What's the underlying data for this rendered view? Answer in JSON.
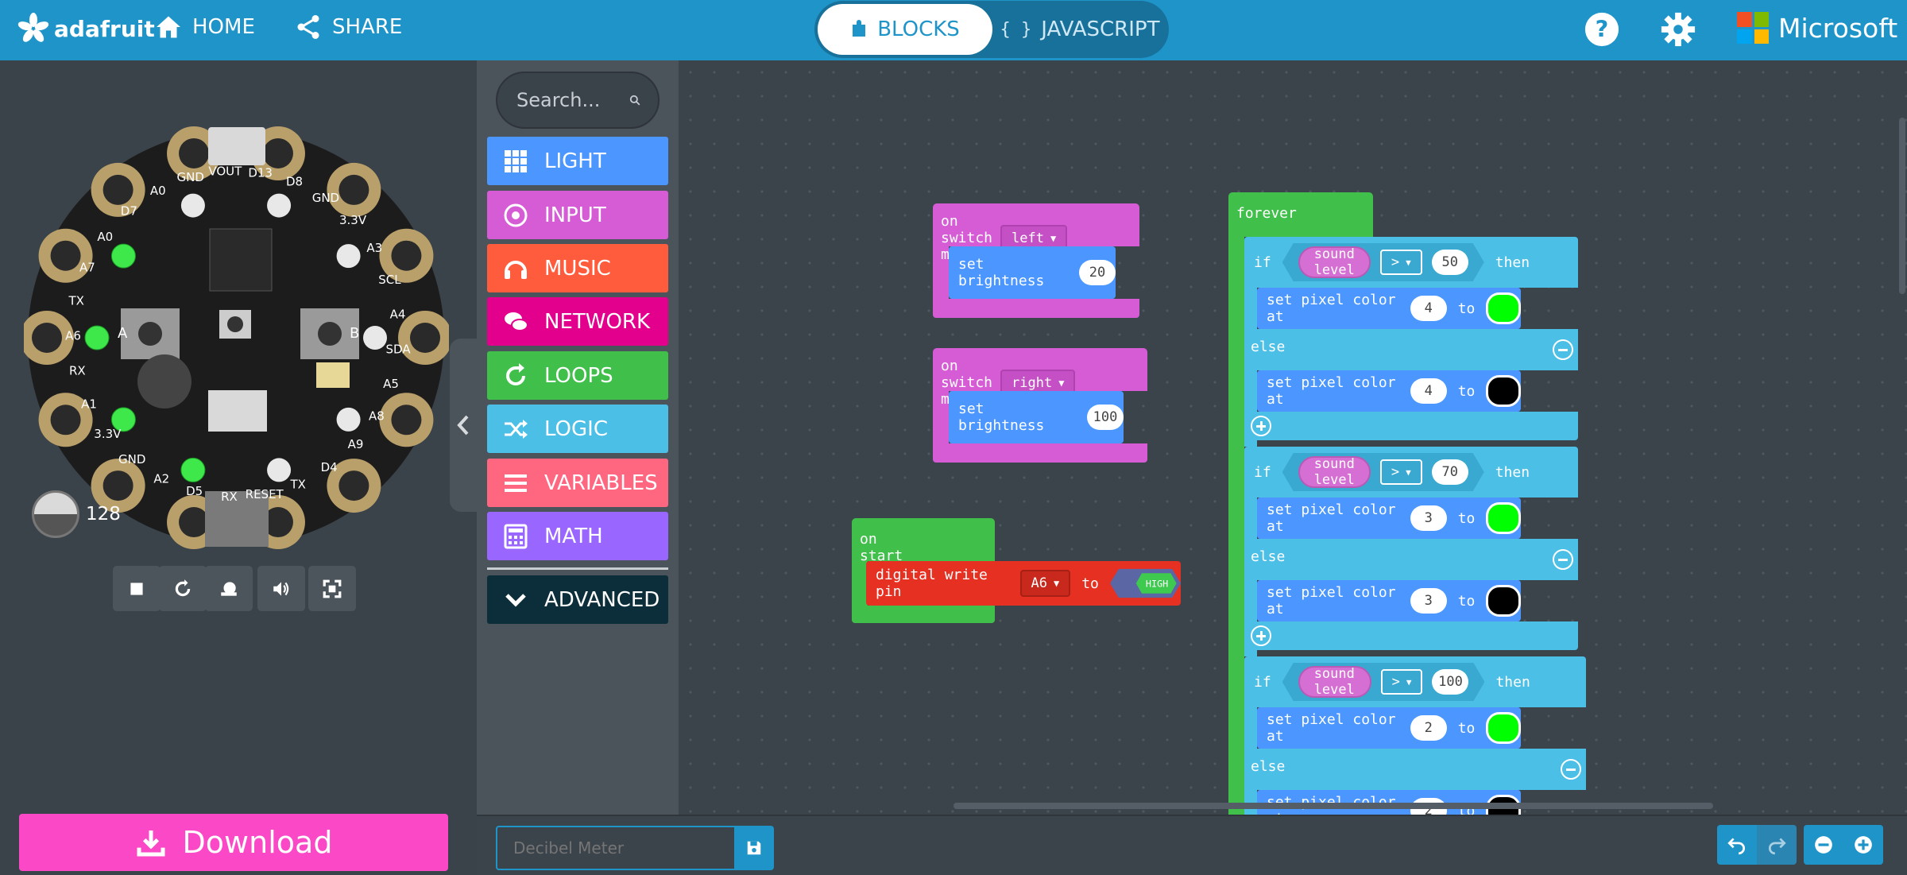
{
  "brand": {
    "name": "adafruit"
  },
  "nav": {
    "home": "HOME",
    "share": "SHARE"
  },
  "modes": {
    "blocks": "BLOCKS",
    "javascript": "JAVASCRIPT"
  },
  "header": {
    "microsoft": "Microsoft"
  },
  "simulator": {
    "temperature": "128",
    "pin_labels": [
      "D13",
      "D8",
      "GND",
      "3.3V",
      "A3",
      "SCL",
      "A4",
      "SDA",
      "A5",
      "A8",
      "A9",
      "D4",
      "TX",
      "RESET",
      "RX",
      "D5",
      "A2",
      "GND",
      "3.3V",
      "A1",
      "RX",
      "A6",
      "TX",
      "A7",
      "A0",
      "D7",
      "A0",
      "GND",
      "VOUT"
    ],
    "button_a": "A",
    "button_b": "B"
  },
  "download": {
    "label": "Download"
  },
  "toolbox": {
    "search_placeholder": "Search...",
    "categories": [
      {
        "label": "LIGHT",
        "color": "#4c97ff"
      },
      {
        "label": "INPUT",
        "color": "#d65cd6"
      },
      {
        "label": "MUSIC",
        "color": "#ff5c3e"
      },
      {
        "label": "NETWORK",
        "color": "#e3008c"
      },
      {
        "label": "LOOPS",
        "color": "#40bf4a"
      },
      {
        "label": "LOGIC",
        "color": "#4cbfe6"
      },
      {
        "label": "VARIABLES",
        "color": "#ff6680"
      },
      {
        "label": "MATH",
        "color": "#9966ff"
      },
      {
        "label": "ADVANCED",
        "color": "#0c2d3a"
      }
    ]
  },
  "blocks": {
    "switch_left": {
      "event": "on switch moved",
      "dir": "left",
      "stmt": "set brightness",
      "value": "20"
    },
    "switch_right": {
      "event": "on switch moved",
      "dir": "right",
      "stmt": "set brightness",
      "value": "100"
    },
    "on_start": {
      "event": "on start",
      "stmt": "digital write pin",
      "pin": "A6",
      "to": "to",
      "value": "HIGH"
    },
    "forever": {
      "label": "forever",
      "kw_if": "if",
      "kw_then": "then",
      "kw_else": "else",
      "sensor": "sound level",
      "op": ">",
      "stmt": "set pixel color at",
      "to": "to",
      "branches": [
        {
          "threshold": "50",
          "pixel": "4",
          "on_color": "#00ff00",
          "off_color": "#000000"
        },
        {
          "threshold": "70",
          "pixel": "3",
          "on_color": "#00ff00",
          "off_color": "#000000"
        },
        {
          "threshold": "100",
          "pixel": "2",
          "on_color": "#00ff00",
          "off_color": "#000000"
        }
      ]
    }
  },
  "project": {
    "name_placeholder": "Decibel Meter"
  }
}
